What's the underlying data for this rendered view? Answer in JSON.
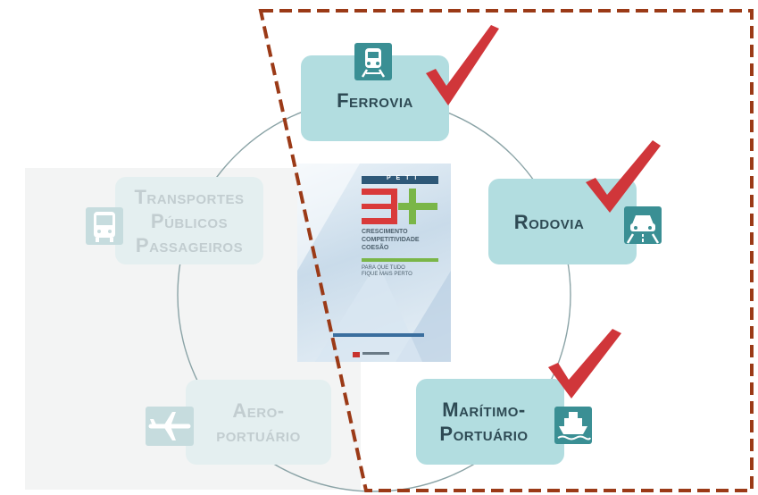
{
  "nodes": {
    "ferrovia": {
      "label": "Ferrovia"
    },
    "rodovia": {
      "label": "Rodovia"
    },
    "maritimo": {
      "line1": "Marítimo-",
      "line2": "Portuário"
    },
    "transportes": {
      "line1": "Transportes",
      "line2": "Públicos",
      "line3": "Passageiros"
    },
    "aero": {
      "line1": "Aero-",
      "line2": "portuário"
    }
  },
  "cover": {
    "peti": "P E T I",
    "lines": [
      "CRESCIMENTO",
      "COMPETITIVIDADE",
      "COESÃO"
    ],
    "tag1": "PARA QUE TUDO",
    "tag2": "FIQUE MAIS PERTO"
  },
  "colors": {
    "active_box": "#b2dde0",
    "faded_box": "#e4eff0",
    "icon_active": "#3a8f94",
    "check": "#d0363a",
    "dashed_border": "#9b3a17"
  },
  "icons": [
    "train-icon",
    "car-road-icon",
    "ship-icon",
    "bus-icon",
    "airplane-icon",
    "checkmark-icon"
  ]
}
